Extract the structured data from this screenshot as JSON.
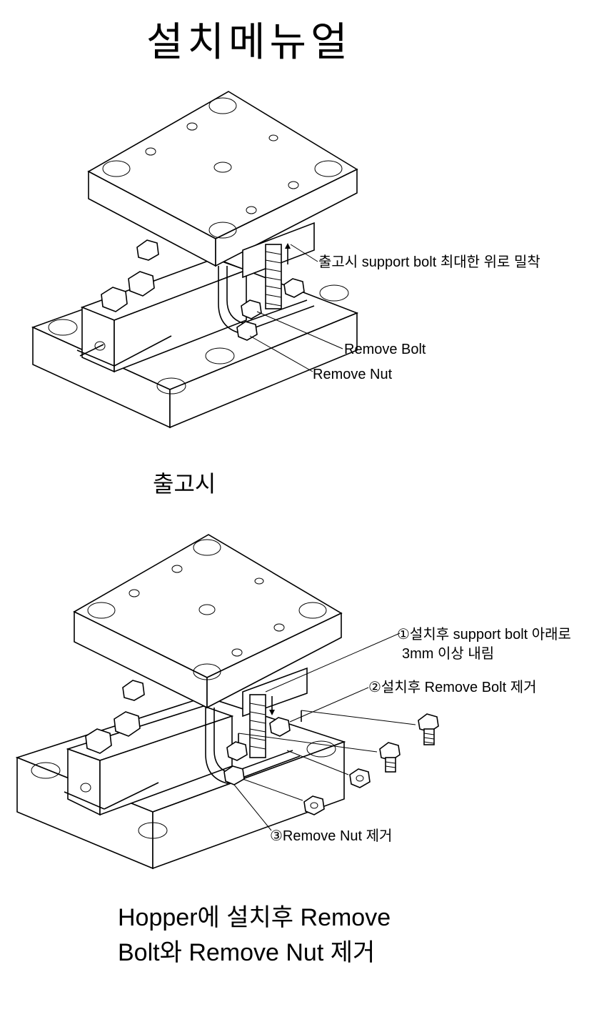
{
  "title": "설치메뉴얼",
  "figure1": {
    "callouts": {
      "support_bolt": "출고시 support bolt 최대한 위로 밀착",
      "remove_bolt": "Remove Bolt",
      "remove_nut": "Remove Nut"
    },
    "caption": "출고시"
  },
  "figure2": {
    "callouts": {
      "step1_line1": "①설치후 support bolt 아래로",
      "step1_line2": "3mm 이상 내림",
      "step2": "②설치후 Remove Bolt 제거",
      "step3": "③Remove Nut 제거"
    },
    "caption_line1": "Hopper에 설치후 Remove",
    "caption_line2": "Bolt와 Remove Nut 제거"
  }
}
